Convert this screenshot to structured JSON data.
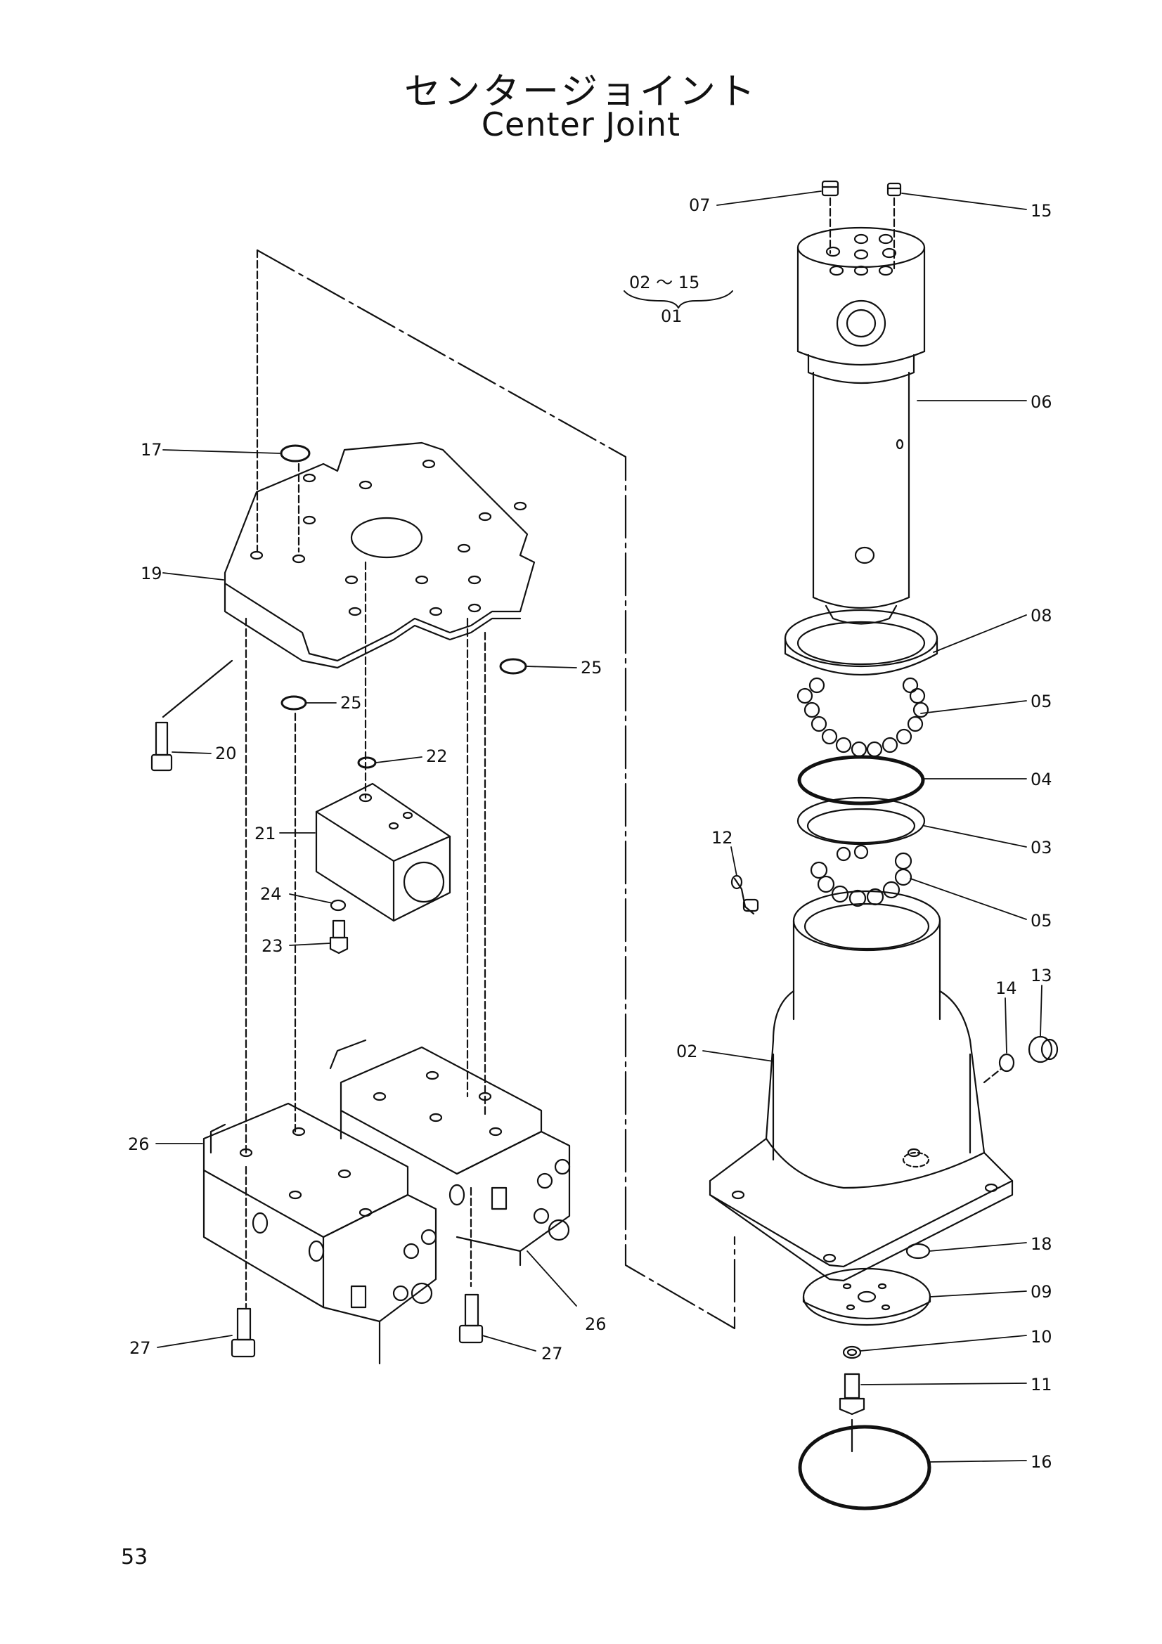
{
  "title": {
    "japanese": "センタージョイント",
    "english": "Center Joint"
  },
  "assembly_note": {
    "range": "02 ～ 15",
    "assembly": "01"
  },
  "parts": [
    {
      "id": "p02",
      "label": "02"
    },
    {
      "id": "p03",
      "label": "03"
    },
    {
      "id": "p04",
      "label": "04"
    },
    {
      "id": "p05a",
      "label": "05"
    },
    {
      "id": "p05b",
      "label": "05"
    },
    {
      "id": "p06",
      "label": "06"
    },
    {
      "id": "p07",
      "label": "07"
    },
    {
      "id": "p08",
      "label": "08"
    },
    {
      "id": "p09",
      "label": "09"
    },
    {
      "id": "p10",
      "label": "10"
    },
    {
      "id": "p11",
      "label": "11"
    },
    {
      "id": "p12",
      "label": "12"
    },
    {
      "id": "p13",
      "label": "13"
    },
    {
      "id": "p14",
      "label": "14"
    },
    {
      "id": "p15",
      "label": "15"
    },
    {
      "id": "p16",
      "label": "16"
    },
    {
      "id": "p17",
      "label": "17"
    },
    {
      "id": "p18",
      "label": "18"
    },
    {
      "id": "p19",
      "label": "19"
    },
    {
      "id": "p20",
      "label": "20"
    },
    {
      "id": "p21",
      "label": "21"
    },
    {
      "id": "p22",
      "label": "22"
    },
    {
      "id": "p23",
      "label": "23"
    },
    {
      "id": "p24",
      "label": "24"
    },
    {
      "id": "p25a",
      "label": "25"
    },
    {
      "id": "p25b",
      "label": "25"
    },
    {
      "id": "p26a",
      "label": "26"
    },
    {
      "id": "p26b",
      "label": "26"
    },
    {
      "id": "p27a",
      "label": "27"
    },
    {
      "id": "p27b",
      "label": "27"
    }
  ],
  "page_number": "53"
}
